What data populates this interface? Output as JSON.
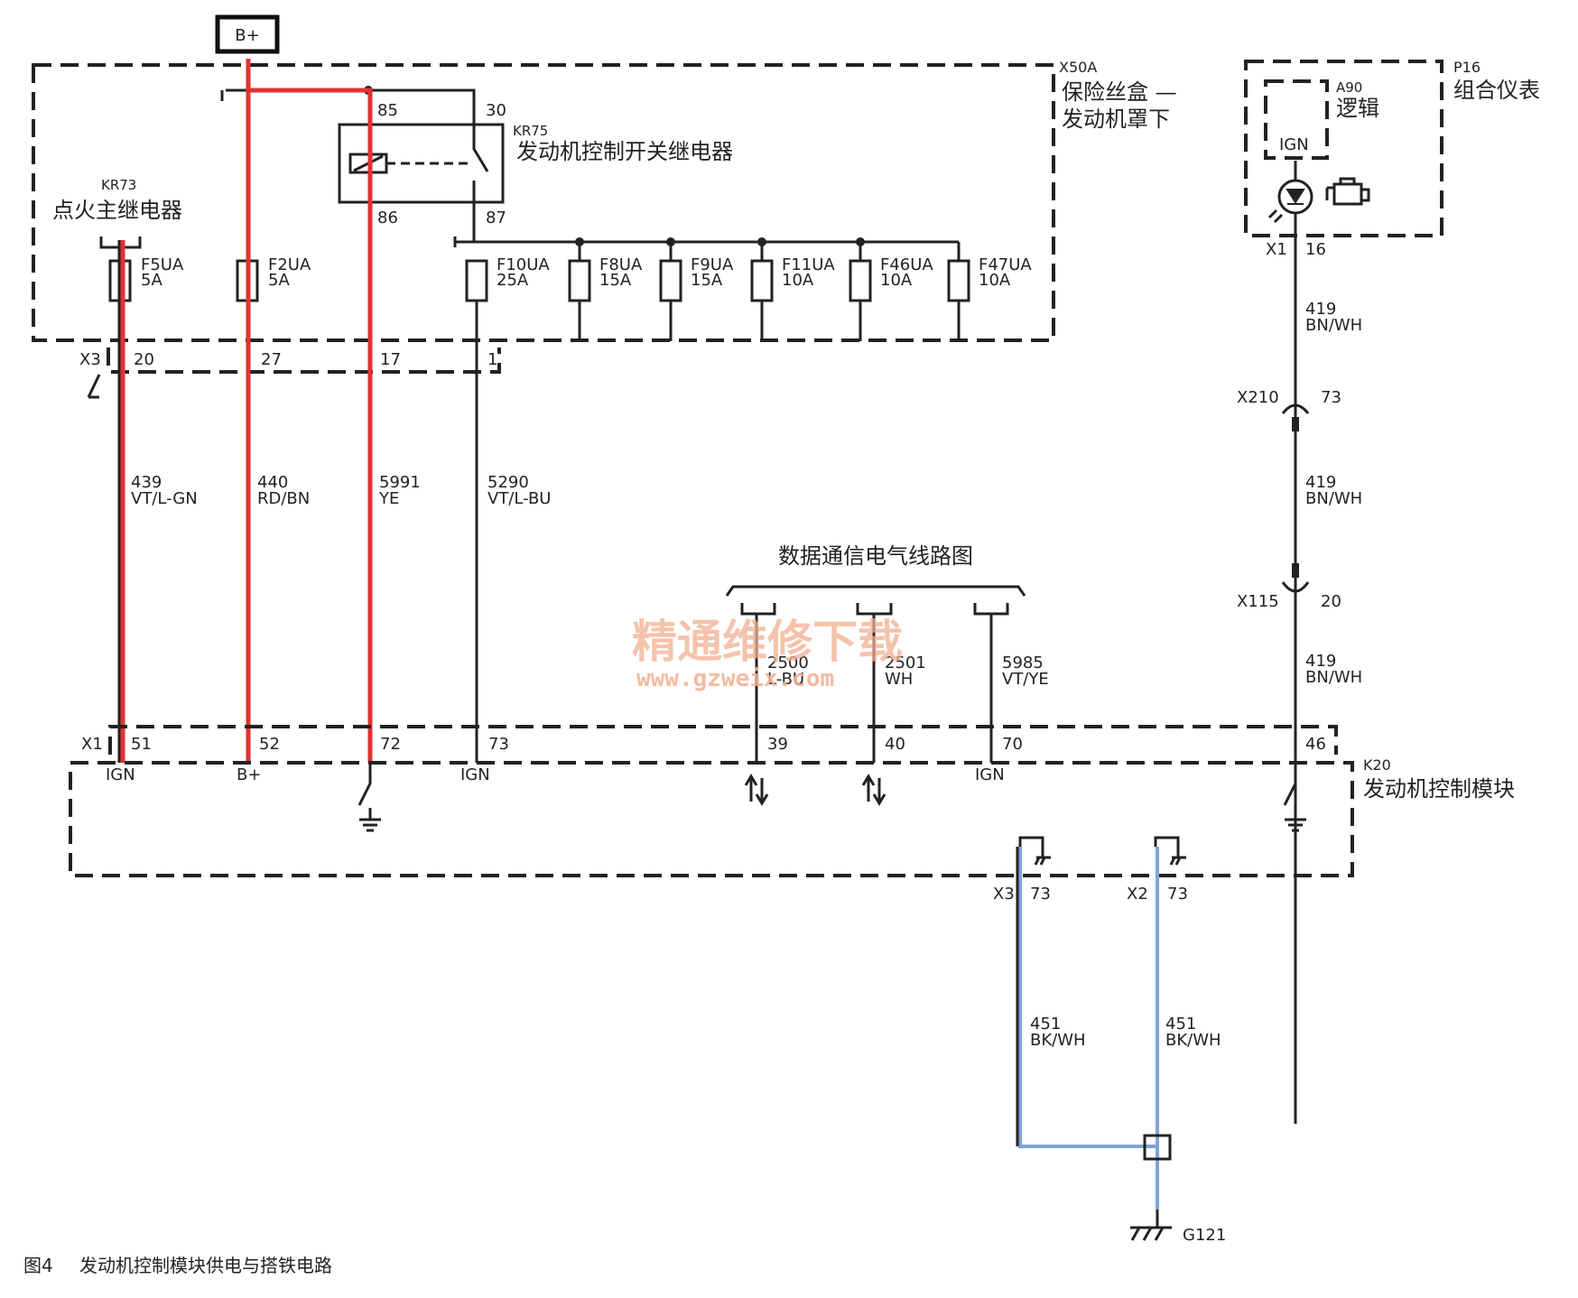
{
  "top_supply": {
    "label": "B+"
  },
  "fuse_box": {
    "id": "X50A",
    "title_line1": "保险丝盒 —",
    "title_line2": "发动机罩下"
  },
  "relays": {
    "kr75": {
      "id": "KR75",
      "name": "发动机控制开关继电器",
      "pin85": "85",
      "pin30": "30",
      "pin86": "86",
      "pin87": "87"
    },
    "kr73": {
      "id": "KR73",
      "name": "点火主继电器"
    }
  },
  "fuses": [
    {
      "id": "F5UA",
      "rating": "5A"
    },
    {
      "id": "F2UA",
      "rating": "5A"
    },
    {
      "id": "F10UA",
      "rating": "25A"
    },
    {
      "id": "F8UA",
      "rating": "15A"
    },
    {
      "id": "F9UA",
      "rating": "15A"
    },
    {
      "id": "F11UA",
      "rating": "10A"
    },
    {
      "id": "F46UA",
      "rating": "10A"
    },
    {
      "id": "F47UA",
      "rating": "10A"
    }
  ],
  "connector_x3_top": {
    "id": "X3",
    "pins": [
      "20",
      "27",
      "17",
      "1"
    ]
  },
  "wires": [
    {
      "circuit": "439",
      "color": "VT/L-GN"
    },
    {
      "circuit": "440",
      "color": "RD/BN"
    },
    {
      "circuit": "5991",
      "color": "YE"
    },
    {
      "circuit": "5290",
      "color": "VT/L-BU"
    },
    {
      "circuit": "2500",
      "color": "L-BU"
    },
    {
      "circuit": "2501",
      "color": "WH"
    },
    {
      "circuit": "5985",
      "color": "VT/YE"
    }
  ],
  "data_comm": {
    "title": "数据通信电气线路图"
  },
  "cluster": {
    "id": "P16",
    "name": "组合仪表",
    "logic_id": "A90",
    "logic_name": "逻辑",
    "ign": "IGN",
    "connector": "X1",
    "pin": "16"
  },
  "wire_419": {
    "circuit": "419",
    "color": "BN/WH"
  },
  "inline_x210": {
    "id": "X210",
    "pin": "73"
  },
  "inline_x115": {
    "id": "X115",
    "pin": "20"
  },
  "ecm": {
    "id": "K20",
    "name": "发动机控制模块",
    "connector": "X1",
    "pins": [
      "51",
      "52",
      "72",
      "73",
      "39",
      "40",
      "70",
      "46"
    ],
    "pin_labels": {
      "p51": "IGN",
      "p52": "B+",
      "p73": "IGN",
      "p70": "IGN"
    }
  },
  "grounds": {
    "x3": {
      "connector": "X3",
      "pin": "73"
    },
    "x2": {
      "connector": "X2",
      "pin": "73"
    },
    "wire": {
      "circuit": "451",
      "color": "BK/WH"
    },
    "g121": "G121"
  },
  "watermark": {
    "line1": "精通维修下载",
    "line2": "www.gzweix.com"
  },
  "caption": {
    "fig": "图4",
    "text": "发动机控制模块供电与搭铁电路"
  },
  "colors": {
    "power_wire": "#e23232",
    "ground_wire": "#7fa3d6",
    "line": "#222222"
  }
}
